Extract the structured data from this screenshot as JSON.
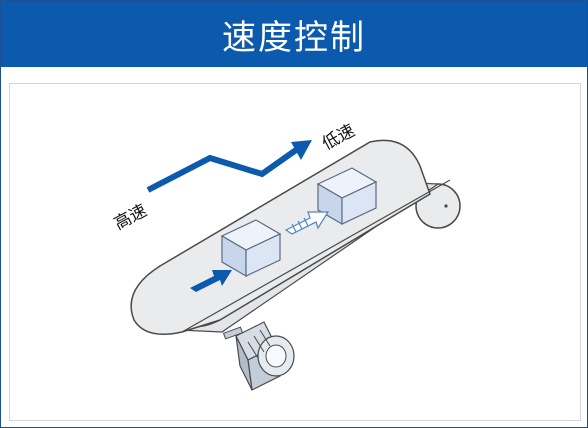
{
  "title": "速度控制",
  "diagram": {
    "label_high_speed": "高速",
    "label_low_speed": "低速"
  },
  "colors": {
    "title_bar": "#0b5aad",
    "arrow_blue": "#0b5aad",
    "belt_fill": "#e9ebed",
    "belt_stroke": "#4a4a4a",
    "box_face": "#d8e3f4"
  }
}
